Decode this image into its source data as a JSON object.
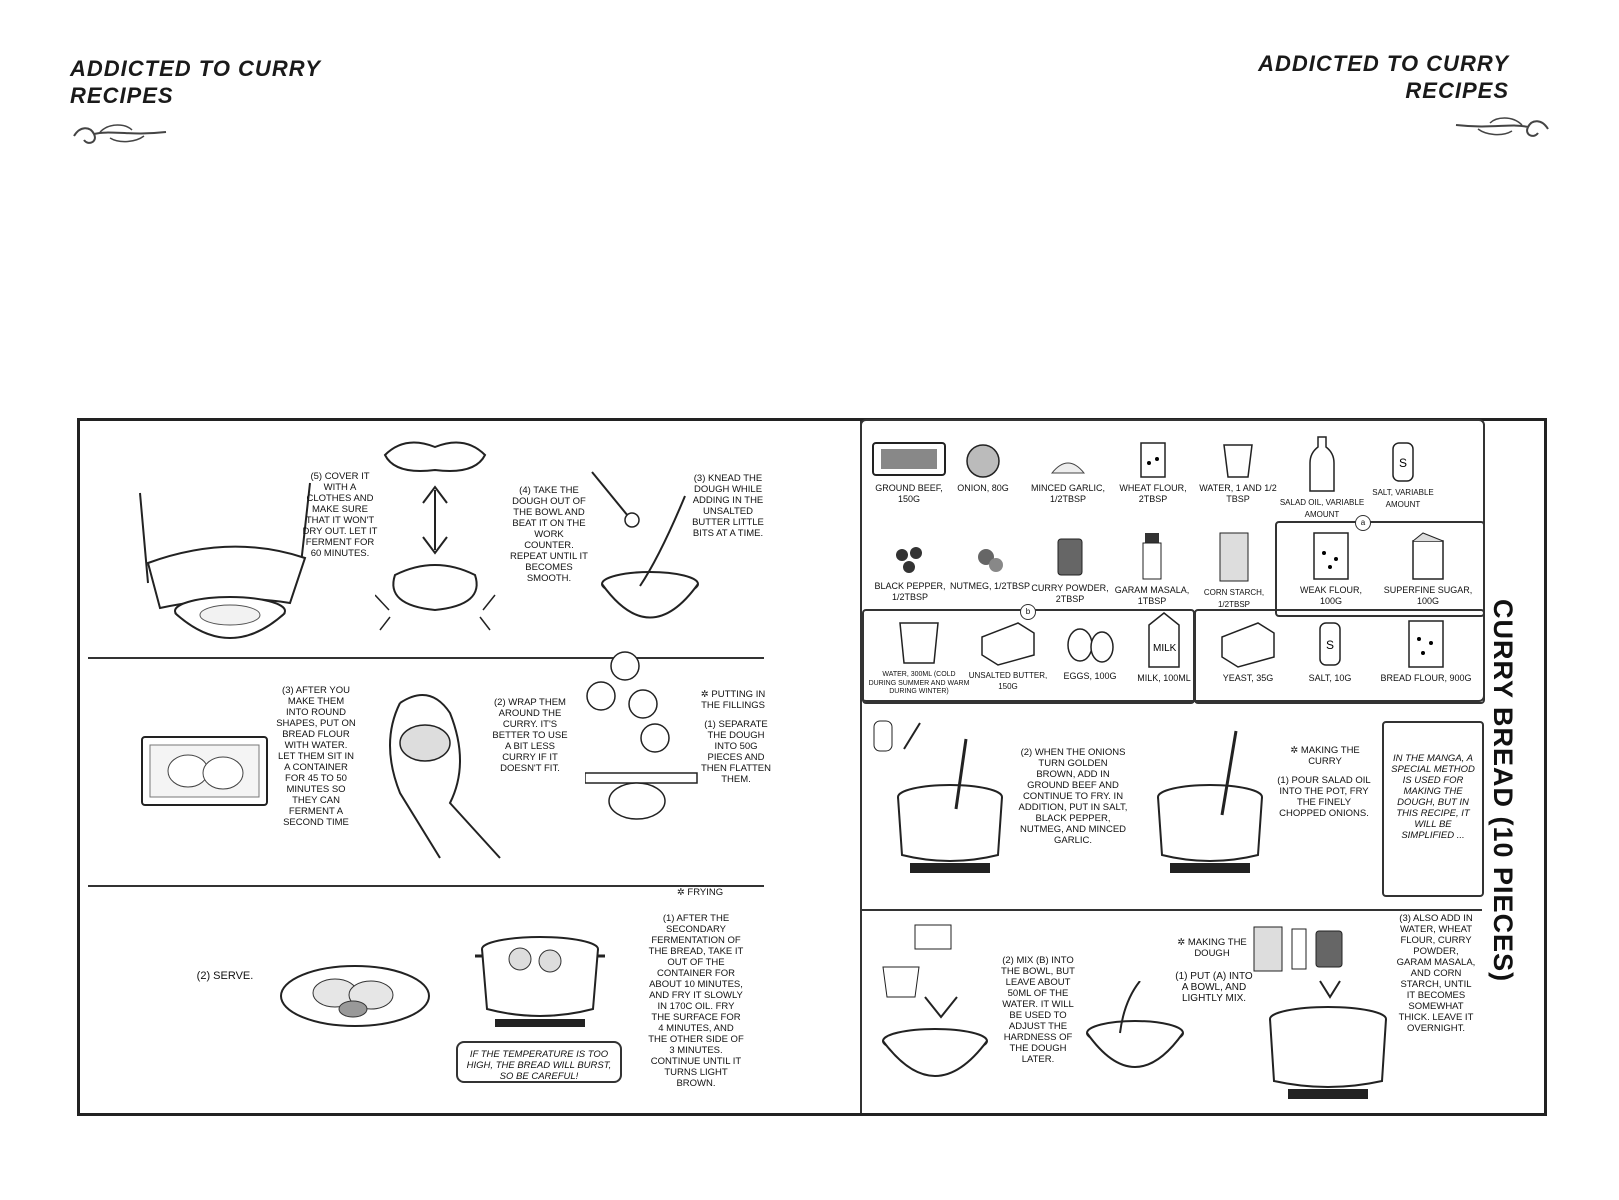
{
  "header": {
    "line1": "ADDICTED TO CURRY",
    "line2": "RECIPES"
  },
  "title": "CURRY BREAD (10 PIECES)",
  "ingredients_top": [
    {
      "label": "GROUND BEEF, 150G"
    },
    {
      "label": "ONION, 80G"
    },
    {
      "label": "MINCED GARLIC, 1/2TBSP"
    },
    {
      "label": "WHEAT FLOUR, 2TBSP"
    },
    {
      "label": "WATER, 1 AND 1/2 TBSP"
    },
    {
      "label": "SALAD OIL, VARIABLE AMOUNT"
    },
    {
      "label": "SALT, VARIABLE AMOUNT"
    }
  ],
  "ingredients_mid": [
    {
      "label": "BLACK PEPPER, 1/2TBSP"
    },
    {
      "label": "NUTMEG, 1/2TBSP"
    },
    {
      "label": "CURRY POWDER, 2TBSP"
    },
    {
      "label": "GARAM MASALA, 1TBSP"
    },
    {
      "label": "CORN STARCH, 1/2TBSP"
    }
  ],
  "ingredients_a": [
    {
      "label": "WEAK FLOUR, 100G"
    },
    {
      "label": "SUPERFINE SUGAR, 100G"
    },
    {
      "label": "YEAST, 35G"
    },
    {
      "label": "SALT, 10G"
    },
    {
      "label": "BREAD FLOUR, 900G"
    }
  ],
  "ingredients_b": [
    {
      "label": "WATER, 300ML (COLD DURING SUMMER AND WARM DURING WINTER)"
    },
    {
      "label": "UNSALTED BUTTER, 150G"
    },
    {
      "label": "EGGS, 100G"
    },
    {
      "label": "MILK, 100ML"
    }
  ],
  "marker_a": "a",
  "marker_b": "b",
  "side_note": "IN THE MANGA, A SPECIAL METHOD IS USED FOR MAKING THE DOUGH, BUT IN THIS RECIPE, IT WILL BE SIMPLIFIED ...",
  "making_curry": {
    "heading": "✲ MAKING THE CURRY",
    "step1": "(1) POUR SALAD OIL INTO THE POT, FRY THE FINELY CHOPPED ONIONS.",
    "step2": "(2) WHEN THE ONIONS TURN GOLDEN BROWN, ADD IN GROUND BEEF AND CONTINUE TO FRY. IN ADDITION, PUT IN SALT, BLACK PEPPER, NUTMEG, AND MINCED GARLIC.",
    "step3": "(3) ALSO ADD IN WATER, WHEAT FLOUR, CURRY POWDER, GARAM MASALA, AND CORN STARCH, UNTIL IT BECOMES SOMEWHAT THICK. LEAVE IT OVERNIGHT."
  },
  "making_dough": {
    "heading": "✲ MAKING THE DOUGH",
    "step1": "(1) PUT (A) INTO A BOWL, AND LIGHTLY MIX.",
    "step2": "(2) MIX (B) INTO THE BOWL, BUT LEAVE ABOUT 50ML OF THE WATER. IT WILL BE USED TO ADJUST THE HARDNESS OF THE DOUGH LATER.",
    "step3": "(3) KNEAD THE DOUGH WHILE ADDING IN THE UNSALTED BUTTER LITTLE BITS AT A TIME.",
    "step4": "(4) TAKE THE DOUGH OUT OF THE BOWL AND BEAT IT ON THE WORK COUNTER. REPEAT UNTIL IT BECOMES SMOOTH.",
    "step5": "(5) COVER IT WITH A CLOTHES AND MAKE SURE THAT IT WON'T DRY OUT. LET IT FERMENT FOR 60 MINUTES."
  },
  "fillings": {
    "heading": "✲ PUTTING IN THE FILLINGS",
    "step1": "(1) SEPARATE THE DOUGH INTO 50G PIECES AND THEN FLATTEN THEM.",
    "step2": "(2) WRAP THEM AROUND THE CURRY. IT'S BETTER TO USE A BIT LESS CURRY IF IT DOESN'T FIT.",
    "step3": "(3) AFTER YOU MAKE THEM INTO ROUND SHAPES, PUT ON BREAD FLOUR WITH WATER. LET THEM SIT IN A CONTAINER FOR 45 TO 50 MINUTES SO THEY CAN FERMENT A SECOND TIME"
  },
  "frying": {
    "heading": "✲ FRYING",
    "step1": "(1) AFTER THE SECONDARY FERMENTATION OF THE BREAD, TAKE IT OUT OF THE CONTAINER FOR ABOUT 10 MINUTES, AND FRY IT SLOWLY IN 170C OIL. FRY THE SURFACE FOR 4 MINUTES, AND THE OTHER SIDE OF 3 MINUTES. CONTINUE UNTIL IT TURNS LIGHT BROWN.",
    "step2": "(2) SERVE.",
    "warning": "IF THE TEMPERATURE IS TOO HIGH, THE BREAD WILL BURST, SO BE CAREFUL!"
  }
}
